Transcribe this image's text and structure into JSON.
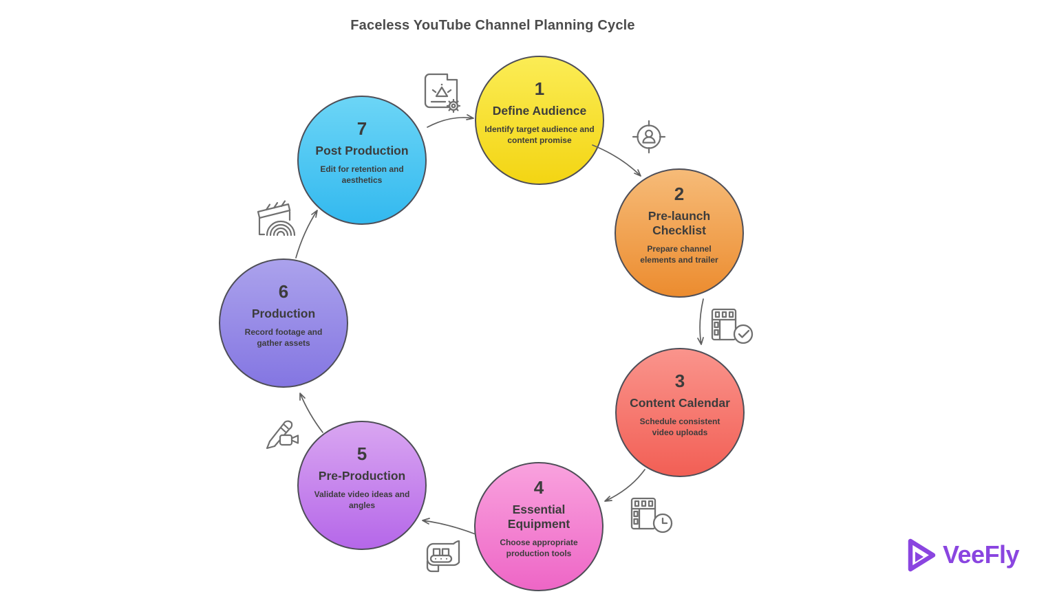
{
  "title": "Faceless YouTube Channel Planning Cycle",
  "steps": [
    {
      "number": "1",
      "title": "Define Audience",
      "description": "Identify target audience and content promise",
      "color_top": "#fbec55",
      "color_bottom": "#f3d513"
    },
    {
      "number": "2",
      "title": "Pre-launch Checklist",
      "description": "Prepare channel elements and trailer",
      "color_top": "#f6bb78",
      "color_bottom": "#ec8c2f"
    },
    {
      "number": "3",
      "title": "Content Calendar",
      "description": "Schedule consistent video uploads",
      "color_top": "#fa948c",
      "color_bottom": "#f25f55"
    },
    {
      "number": "4",
      "title": "Essential Equipment",
      "description": "Choose appropriate production tools",
      "color_top": "#f9a2de",
      "color_bottom": "#ee66c6"
    },
    {
      "number": "5",
      "title": "Pre-Production",
      "description": "Validate video ideas and angles",
      "color_top": "#d9a6f1",
      "color_bottom": "#b567e9"
    },
    {
      "number": "6",
      "title": "Production",
      "description": "Record footage and gather assets",
      "color_top": "#aba2ec",
      "color_bottom": "#8476e2"
    },
    {
      "number": "7",
      "title": "Post Production",
      "description": "Edit for retention and aesthetics",
      "color_top": "#6cd5f6",
      "color_bottom": "#33b9ef"
    }
  ],
  "icons": [
    {
      "name": "content-settings-icon"
    },
    {
      "name": "target-audience-icon"
    },
    {
      "name": "film-approved-icon"
    },
    {
      "name": "film-schedule-icon"
    },
    {
      "name": "production-line-icon"
    },
    {
      "name": "pencil-camera-icon"
    },
    {
      "name": "clapperboard-icon"
    }
  ],
  "colors": {
    "circle_border": "#4e4e57",
    "arrow": "#5f5f5f",
    "step_text": "#3c3c3c",
    "title_text": "#4c4c4c"
  },
  "brand": {
    "name": "VeeFly",
    "color": "#8a45e0"
  }
}
